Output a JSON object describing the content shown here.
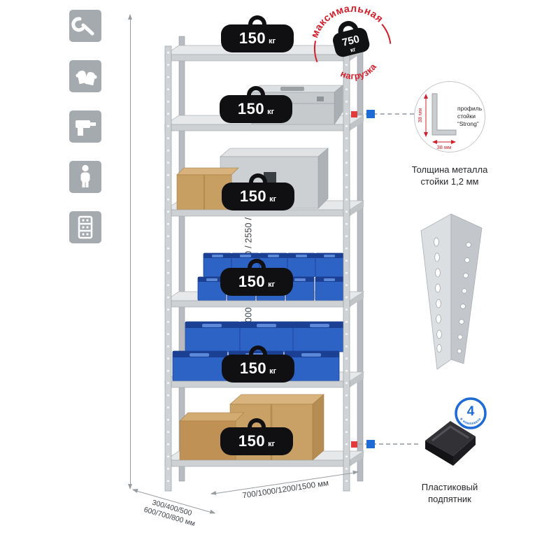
{
  "left_icons": {
    "items": [
      {
        "name": "wrench-icon"
      },
      {
        "name": "gloves-icon"
      },
      {
        "name": "drill-icon"
      },
      {
        "name": "person-icon"
      },
      {
        "name": "rack-icon"
      }
    ]
  },
  "stamp": {
    "arc_top": "максимальная",
    "arc_bottom": "нагрузка",
    "value": "750",
    "unit": "кг"
  },
  "shelf_badge": {
    "value": "150",
    "unit": "кг"
  },
  "dimensions": {
    "height_label": "1600 / 1850 / 2000 / 2200 / 2350 / 2550 / 2750 / 3100 мм",
    "depth_label_line1": "300/400/500",
    "depth_label_line2": "600/700/800 мм",
    "width_label": "700/1000/1200/1500 мм"
  },
  "profile_callout": {
    "dim_vertical": "38 мм",
    "dim_horizontal": "38 мм",
    "label_line1": "профиль",
    "label_line2": "стойки",
    "label_line3": "“Strong”",
    "caption_line1": "Толщина металла",
    "caption_line2": "стойки 1,2 мм"
  },
  "foot_callout": {
    "badge_value": "4",
    "badge_text": "в комплекте",
    "caption_line1": "Пластиковый",
    "caption_line2": "подпятник"
  },
  "colors": {
    "red": "#d21f2b",
    "blue": "#1e6bd6",
    "badge_black": "#101012",
    "metal": "#d2d5d8",
    "icon_tile": "#a5aaaf"
  }
}
